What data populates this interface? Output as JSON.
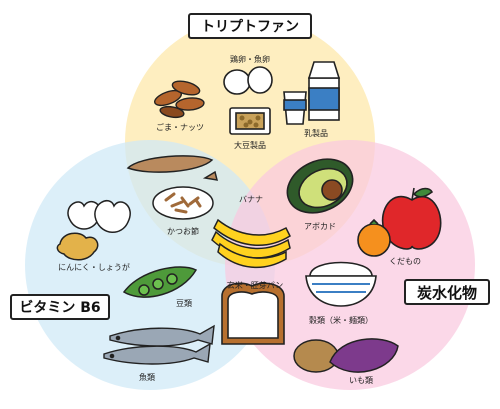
{
  "circles": {
    "tryptophan": {
      "title": "トリプトファン",
      "color": "#fde7a8"
    },
    "vitamin_b6": {
      "title": "ビタミン B6",
      "color": "#cfe9f6"
    },
    "carbohydrate": {
      "title": "炭水化物",
      "color": "#f9c9df"
    }
  },
  "foods": {
    "eggs": "鶏卵・魚卵",
    "sesame_nuts": "ごま・ナッツ",
    "soy": "大豆製品",
    "dairy": "乳製品",
    "katsuobushi": "かつお節",
    "banana": "バナナ",
    "avocado": "アボカド",
    "garlic_ginger": "にんにく・しょうが",
    "fruits": "くだもの",
    "beans": "豆類",
    "brown_rice": "玄米・胚芽パン",
    "grains": "穀類（米・麺類）",
    "fish": "魚類",
    "potatoes": "いも類"
  }
}
